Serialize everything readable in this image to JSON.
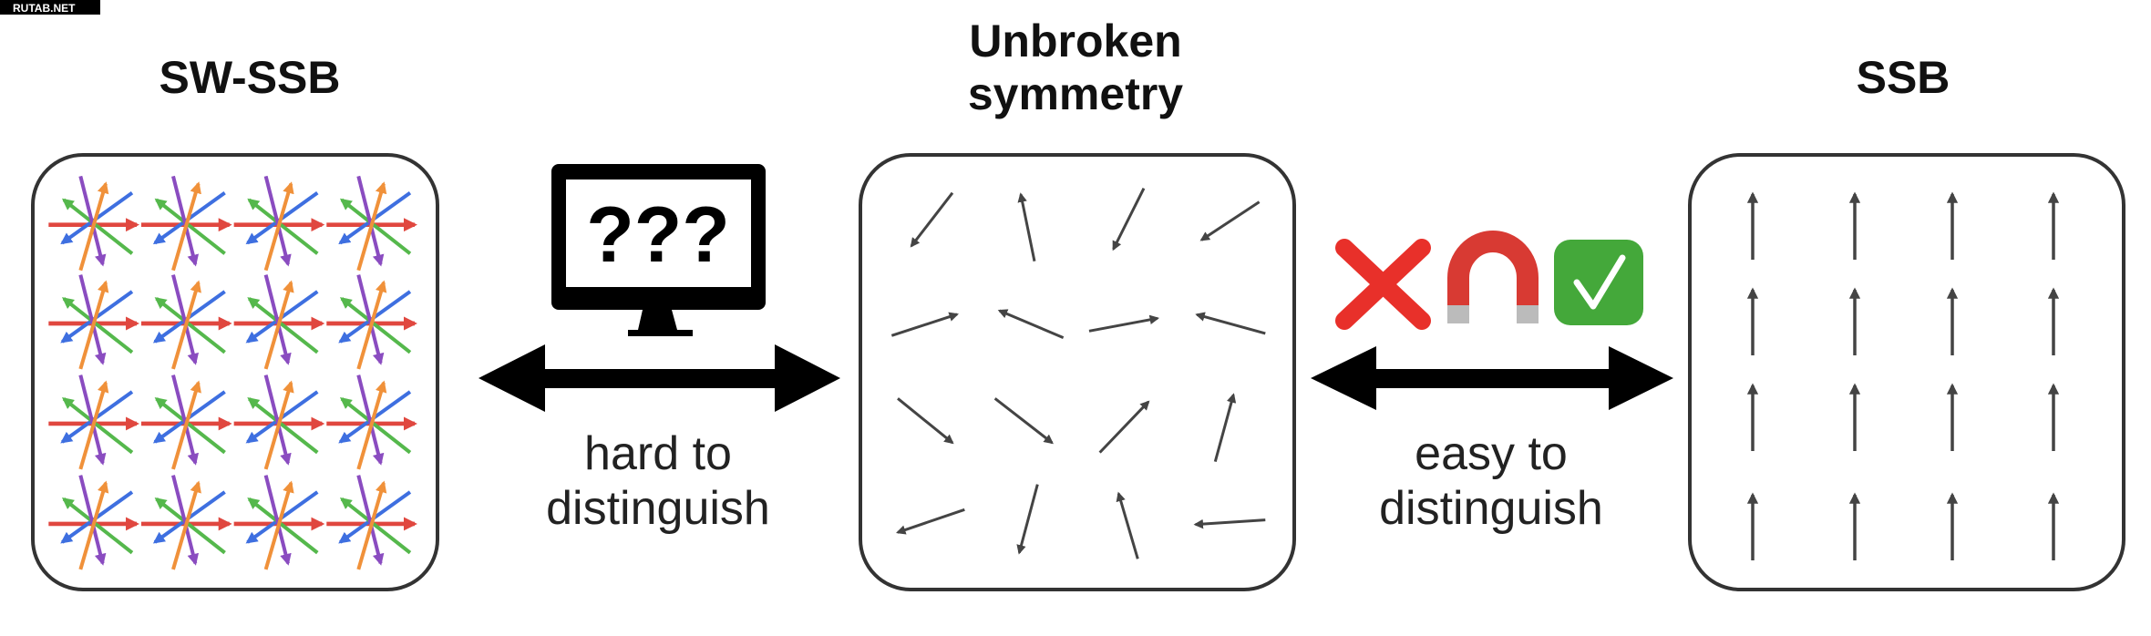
{
  "watermark": "RUTAB.NET",
  "panels": {
    "left": {
      "title": "SW-SSB"
    },
    "middle": {
      "title_line1": "Unbroken",
      "title_line2": "symmetry"
    },
    "right": {
      "title": "SSB"
    }
  },
  "left_connector": {
    "monitor_text": "???",
    "label_line1": "hard to",
    "label_line2": "distinguish"
  },
  "right_connector": {
    "icons": [
      "cross-mark-icon",
      "magnet-icon",
      "check-mark-icon"
    ],
    "label_line1": "easy to",
    "label_line2": "distinguish"
  },
  "colors": {
    "red": "#e0473f",
    "blue": "#3e6fe0",
    "green": "#55b84c",
    "purple": "#8a4cc0",
    "orange": "#f0913a",
    "spin_gray": "#444444"
  }
}
